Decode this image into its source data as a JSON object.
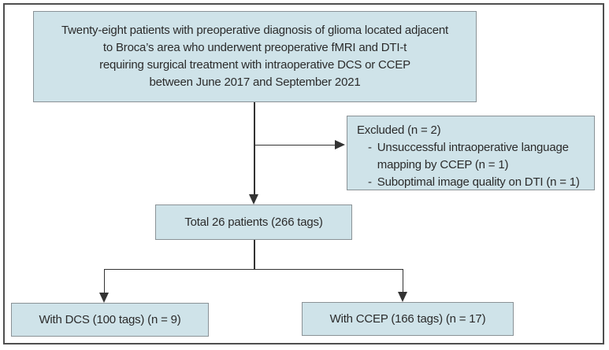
{
  "flowchart": {
    "top_box": {
      "lines": [
        "Twenty-eight patients with preoperative diagnosis of glioma located adjacent",
        "to Broca’s area who underwent preoperative fMRI and DTI-t",
        "requiring surgical treatment with intraoperative DCS or CCEP",
        "between June 2017 and September 2021"
      ]
    },
    "excluded_box": {
      "title": "Excluded (n = 2)",
      "bullet": "-",
      "items": [
        "Unsuccessful intraoperative language mapping by CCEP (n = 1)",
        "Suboptimal image quality on DTI (n = 1)"
      ]
    },
    "total_box": {
      "label": "Total 26 patients (266 tags)"
    },
    "dcs_box": {
      "label": "With DCS (100 tags) (n = 9)"
    },
    "ccep_box": {
      "label": "With CCEP (166 tags) (n = 17)"
    },
    "colors": {
      "box_fill": "#cfe3e9",
      "box_border": "#8a9296",
      "connector": "#333333",
      "frame_border": "#4f4f4f",
      "text": "#2b2b2b"
    }
  }
}
